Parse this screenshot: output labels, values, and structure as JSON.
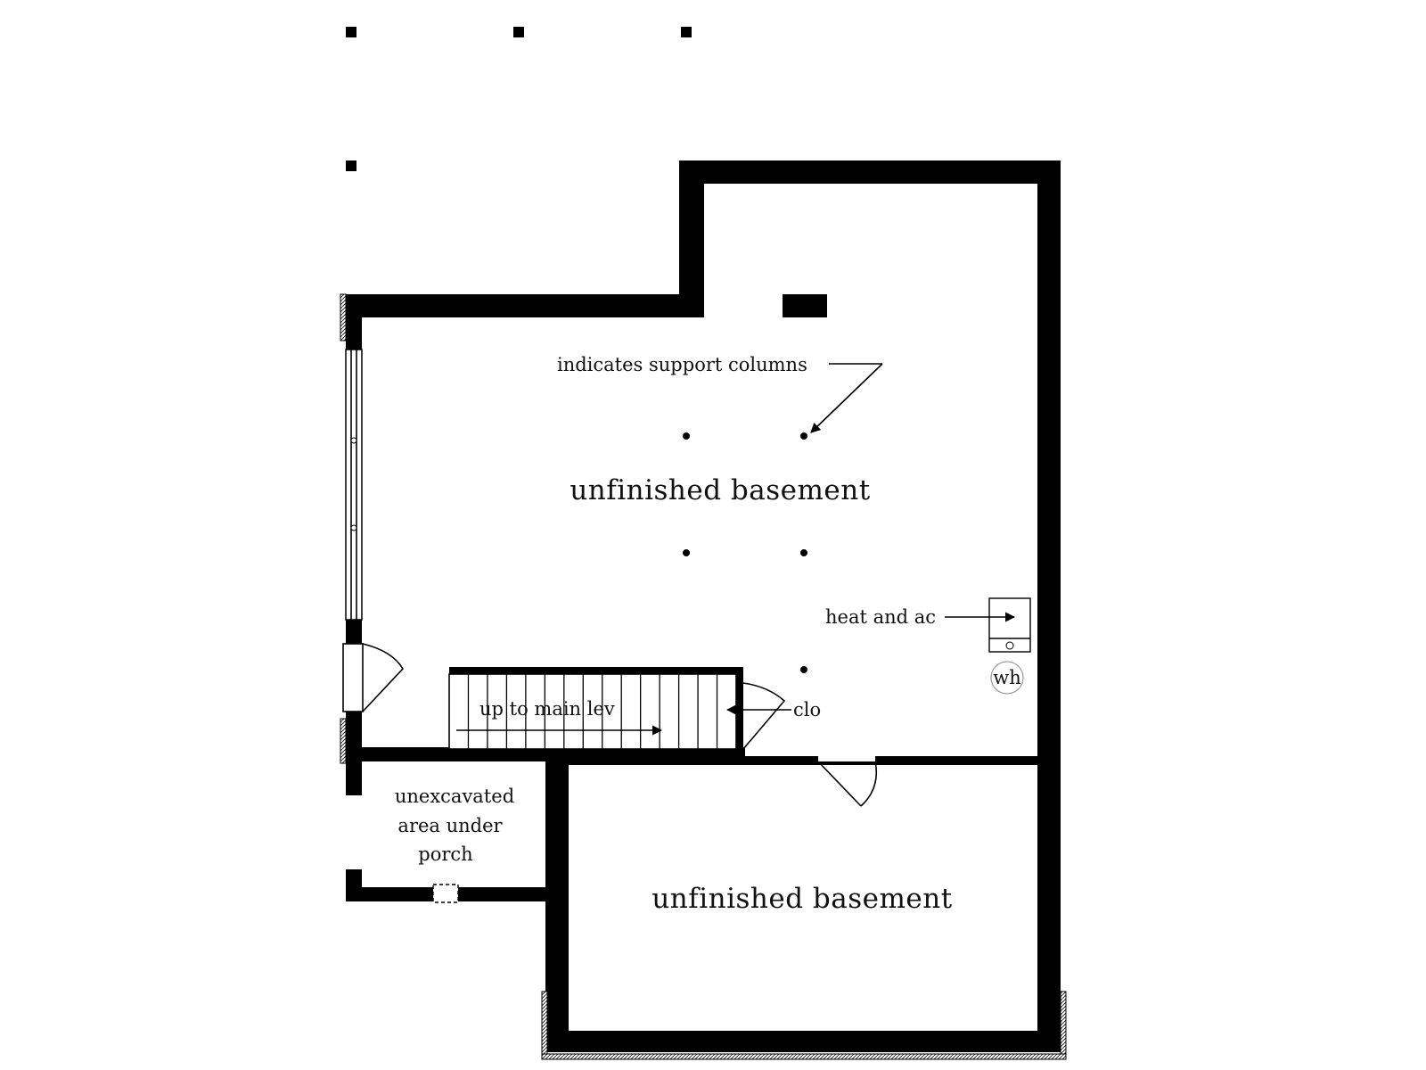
{
  "plan": {
    "rooms": [
      {
        "id": "upper",
        "label": "unfinished basement"
      },
      {
        "id": "lower",
        "label": "unfinished basement"
      }
    ],
    "unexcavated": {
      "lines": [
        "unexcavated",
        "area under",
        "porch"
      ]
    },
    "notes": {
      "support_columns": "indicates support columns",
      "heat_ac": "heat and ac",
      "water_heater": "wh",
      "closet": "clo",
      "stairs": "up to main lev"
    },
    "colors": {
      "wall": "#000000",
      "background": "#ffffff"
    }
  }
}
